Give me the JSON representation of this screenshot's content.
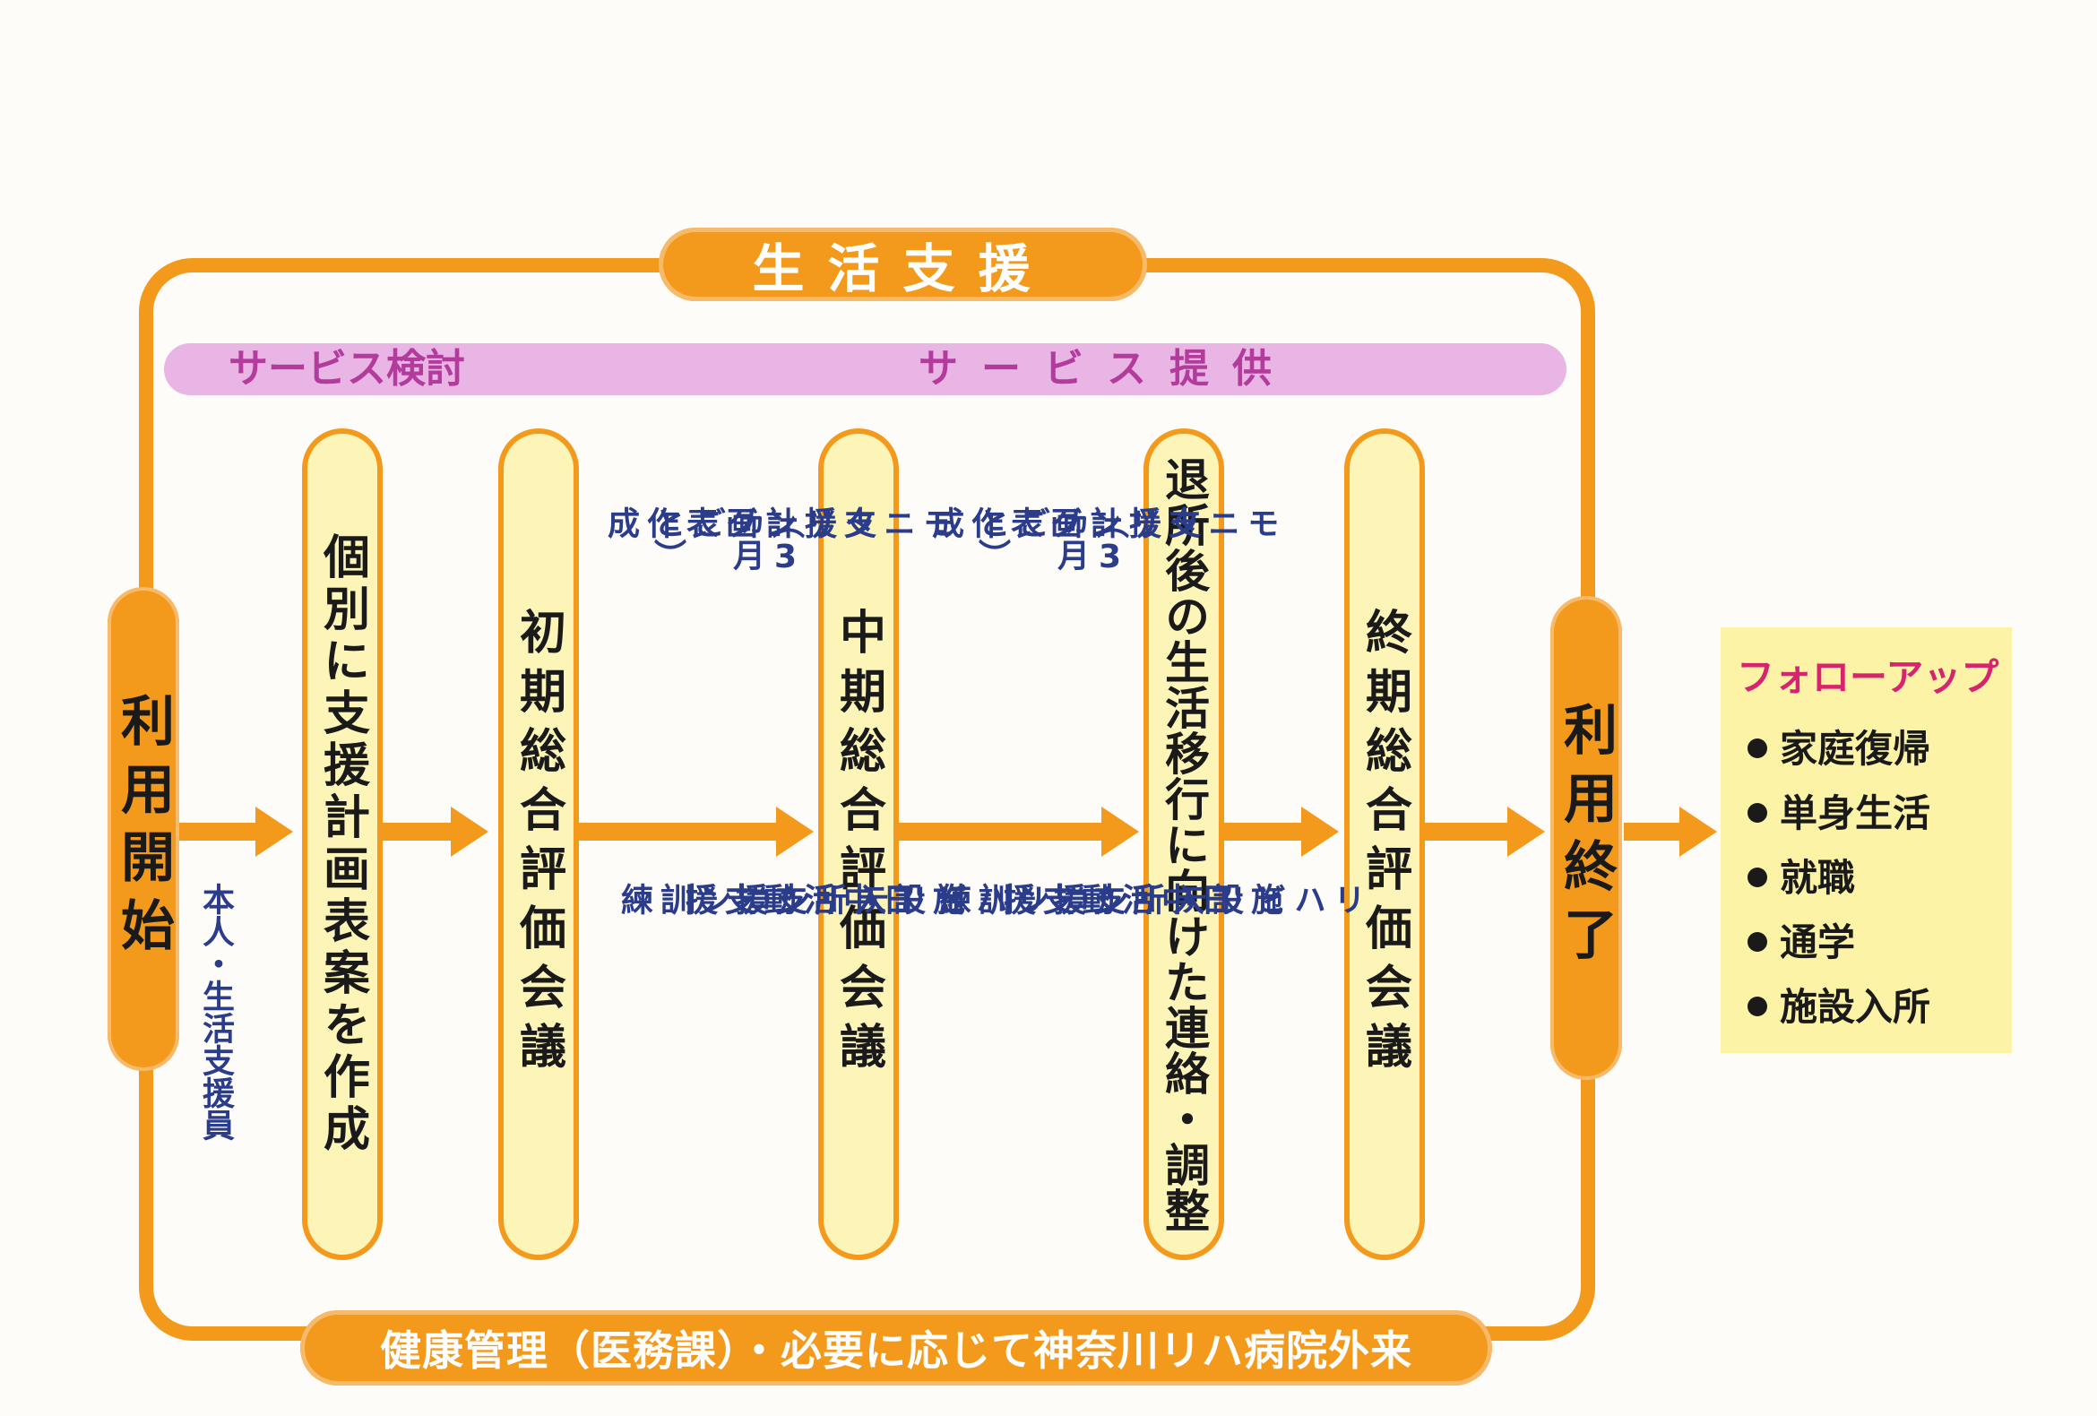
{
  "top_label": "生活支援",
  "bottom_label": "健康管理（医務課）・必要に応じて神奈川リハ病院外来",
  "band": {
    "left": "サービス検討",
    "right": "サービス提供"
  },
  "start": {
    "label": "利用開始",
    "note": "本人・生活支援員"
  },
  "end": {
    "label": "利用終了"
  },
  "steps": [
    {
      "label": "個別に支援計画表案を作成"
    },
    {
      "label": "初期総合評価会議"
    },
    {
      "label": "中期総合評価会議"
    },
    {
      "label": "退所後の生活移行に向けた連絡・調整"
    },
    {
      "label": "終期総合評価会議"
    }
  ],
  "phase_1": {
    "upper": [
      "モニタリング",
      "（3ヵ月ごと）",
      "支援計画表作成"
    ],
    "lower": [
      "施設入所支援",
      "日中活動支援",
      "リハビリテーション訓練"
    ]
  },
  "phase_2": {
    "upper": [
      "モニタリング",
      "（3ヵ月ごと）",
      "支援計画表作成"
    ],
    "lower": [
      "施設入所支援",
      "日中活動支援",
      "リハビリテーション訓練"
    ]
  },
  "follow_up": {
    "title": "フォローアップ",
    "items": [
      "家庭復帰",
      "単身生活",
      "就職",
      "通学",
      "施設入所"
    ]
  },
  "colors": {
    "orange": "#f39a1c",
    "band": "#e9b5e5",
    "pill": "#fdf4b8",
    "text_blue": "#2a3c8a",
    "follow_bg": "#fcf3a6",
    "follow_title": "#d6246f"
  }
}
